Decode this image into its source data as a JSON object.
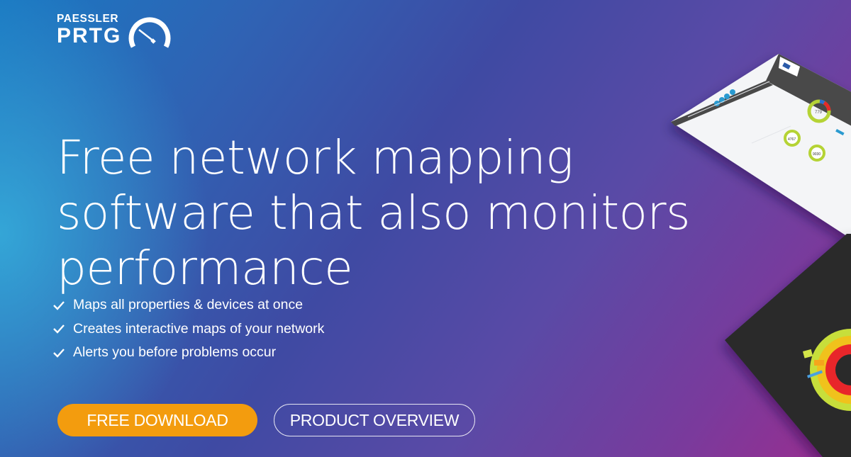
{
  "brand": {
    "top": "PAESSLER",
    "main": "PRTG",
    "logo_icon": "speedometer-gauge-icon"
  },
  "hero": {
    "headline_lines": [
      "Free network mapping",
      "software that also monitors",
      "performance"
    ],
    "features": [
      "Maps all properties & devices at once",
      "Creates interactive maps of your network",
      "Alerts you before problems occur"
    ],
    "feature_icon": "checkmark-icon"
  },
  "cta": {
    "primary_label": "FREE DOWNLOAD",
    "secondary_label": "PRODUCT OVERVIEW"
  },
  "mockups": {
    "dashboard": {
      "gauge_value": "779",
      "small_gauge_1": "4767",
      "small_gauge_2": "9030"
    }
  },
  "colors": {
    "accent_button": "#f39c0e",
    "gradient_start": "#36b0dc",
    "gradient_mid": "#3f4aa3",
    "gradient_end": "#9b2d8e"
  }
}
